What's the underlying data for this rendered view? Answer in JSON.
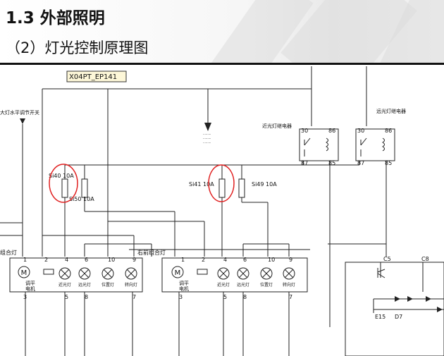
{
  "header": {
    "title": "1.3 外部照明",
    "subtitle": "（2）灯光控制原理图"
  },
  "connector_tag": "X04PT_EP141",
  "labels": {
    "left_switch": "大灯水平调节开关",
    "relay_left": "近光灯继电器",
    "relay_right": "远光灯继电器",
    "left_assembly": "组合灯",
    "right_assembly": "右前组合灯",
    "note_text": "·········"
  },
  "fuses": {
    "si40": "Si40 10A",
    "si50": "Si50 10A",
    "si41": "Si41 10A",
    "si49": "Si49 10A"
  },
  "relay_pins": {
    "p30": "30",
    "p86": "86",
    "p87": "87",
    "p85": "85"
  },
  "lamp_labels": {
    "motor": "M",
    "motor_line1": "调平",
    "motor_line2": "电机",
    "low_beam": "近光灯",
    "high_beam": "远光灯",
    "position": "位置灯",
    "turn": "转向灯"
  },
  "pins": {
    "p1": "1",
    "p2": "2",
    "p3": "3",
    "p4": "4",
    "p5": "5",
    "p6": "6",
    "p7": "7",
    "p8": "8",
    "p9": "9",
    "p10": "10"
  },
  "right_module": {
    "c5": "C5",
    "c8": "C8",
    "e15": "E15",
    "d7": "D7"
  }
}
